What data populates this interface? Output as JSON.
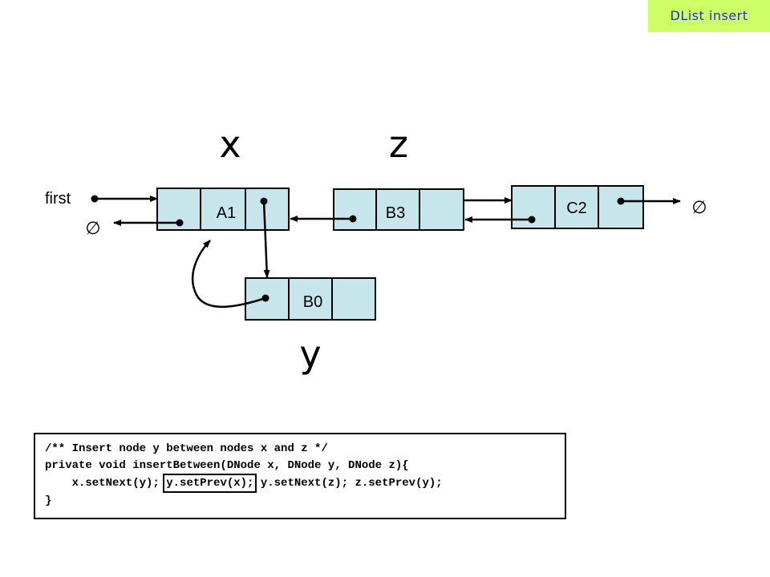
{
  "badge": {
    "text": "DList insert",
    "bg": "#ccff66",
    "fg": "#2a33c4"
  },
  "labels": {
    "x": "x",
    "z": "z",
    "y": "y",
    "first": "first",
    "null_symbol": "∅"
  },
  "nodes": [
    {
      "id": "node-a1",
      "label": "A1"
    },
    {
      "id": "node-b3",
      "label": "B3"
    },
    {
      "id": "node-c2",
      "label": "C2"
    },
    {
      "id": "node-b0",
      "label": "B0"
    }
  ],
  "node_fill": "#c7e6ec",
  "code": {
    "line1": "/** Insert node y between nodes x and z */",
    "line2": "private void insertBetween(DNode x, DNode y, DNode z){",
    "line3a": "    x.setNext(y); ",
    "line3b": "y.setPrev(x);",
    "line3c": " y.setNext(z); z.setPrev(y);",
    "line4": "}"
  }
}
